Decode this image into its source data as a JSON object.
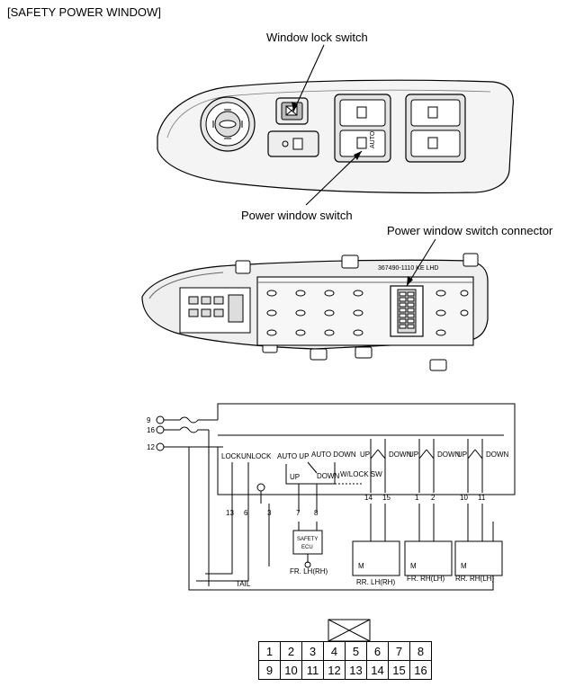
{
  "title": "[SAFETY POWER WINDOW]",
  "callouts": {
    "window_lock": "Window lock switch",
    "power_window": "Power window switch",
    "connector": "Power window switch connector"
  },
  "switch_texts": {
    "auto": "AUTO"
  },
  "panel_texts": {
    "part_number": "367490-1110 KE LHD"
  },
  "schematic": {
    "inputs": [
      "9",
      "16",
      "12"
    ],
    "lock": "LOCK",
    "unlock": "UNLOCK",
    "auto_up": "AUTO UP",
    "auto_down": "AUTO DOWN",
    "up": "UP",
    "down": "DOWN",
    "wlock_sw": "W/LOCK SW",
    "ecu_line1": "SAFETY",
    "ecu_line2": "ECU",
    "fr_lh": "FR. LH(RH)",
    "fr_rh": "FR. RH(LH)",
    "rr_lh": "RR. LH(RH)",
    "rr_rh": "RR. RH(LH)",
    "tail": "TAIL",
    "m": "M",
    "pins": [
      "13",
      "6",
      "3",
      "7",
      "8",
      "14",
      "15",
      "1",
      "2",
      "10",
      "11"
    ]
  },
  "connector_pins": {
    "row1": [
      "1",
      "2",
      "3",
      "4",
      "5",
      "6",
      "7",
      "8"
    ],
    "row2": [
      "9",
      "10",
      "11",
      "12",
      "13",
      "14",
      "15",
      "16"
    ]
  }
}
